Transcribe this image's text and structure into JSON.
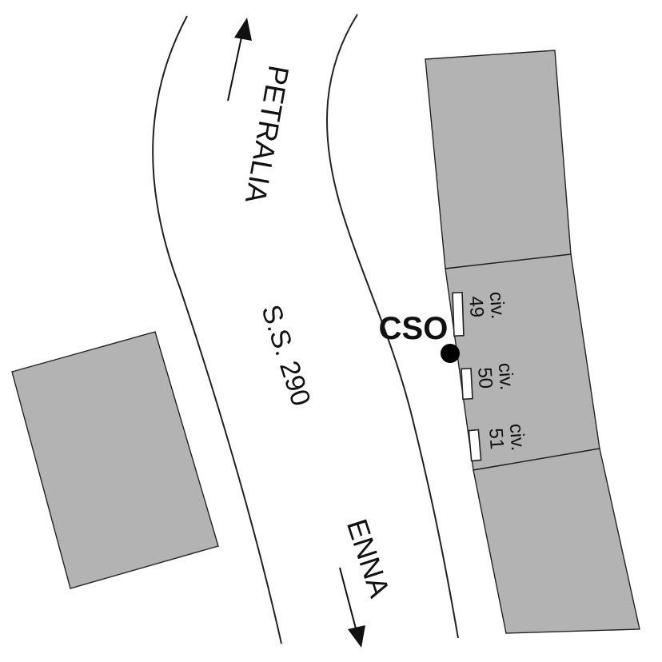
{
  "map": {
    "road_name": "S.S. 290",
    "direction_north": "PETRALIA",
    "direction_south": "ENNA",
    "point_label": "CSO",
    "civics": [
      {
        "prefix": "civ.",
        "number": "49"
      },
      {
        "prefix": "civ.",
        "number": "50"
      },
      {
        "prefix": "civ.",
        "number": "51"
      }
    ],
    "colors": {
      "building": "#b3b3b3",
      "outline": "#222222",
      "point": "#000000"
    }
  }
}
